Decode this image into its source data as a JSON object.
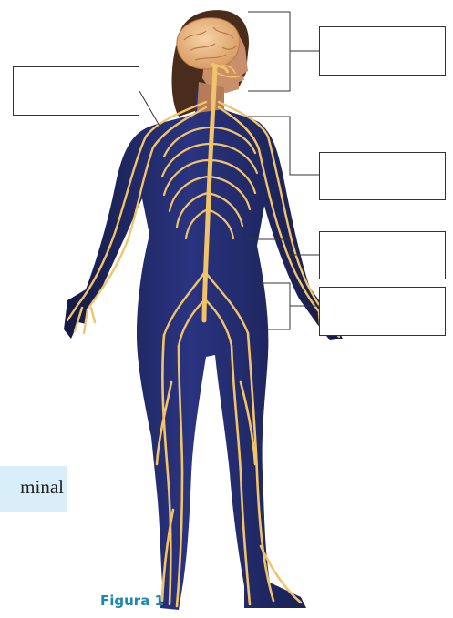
{
  "diagram": {
    "label_boxes": [
      {
        "id": "box-left",
        "text": ""
      },
      {
        "id": "box-right-1",
        "text": ""
      },
      {
        "id": "box-right-2",
        "text": ""
      },
      {
        "id": "box-right-3",
        "text": ""
      },
      {
        "id": "box-right-4",
        "text": ""
      }
    ],
    "side_note_text": "minal",
    "caption": "Figura 1"
  },
  "colors": {
    "body_fill": "#262e72",
    "body_shadow": "#141a44",
    "nerve": "#f2c468",
    "brain": "#efc089",
    "skin": "#c98e6a",
    "hair": "#4a2c1c",
    "side_note_bg": "#d8eef8",
    "caption": "#1a87b5"
  }
}
